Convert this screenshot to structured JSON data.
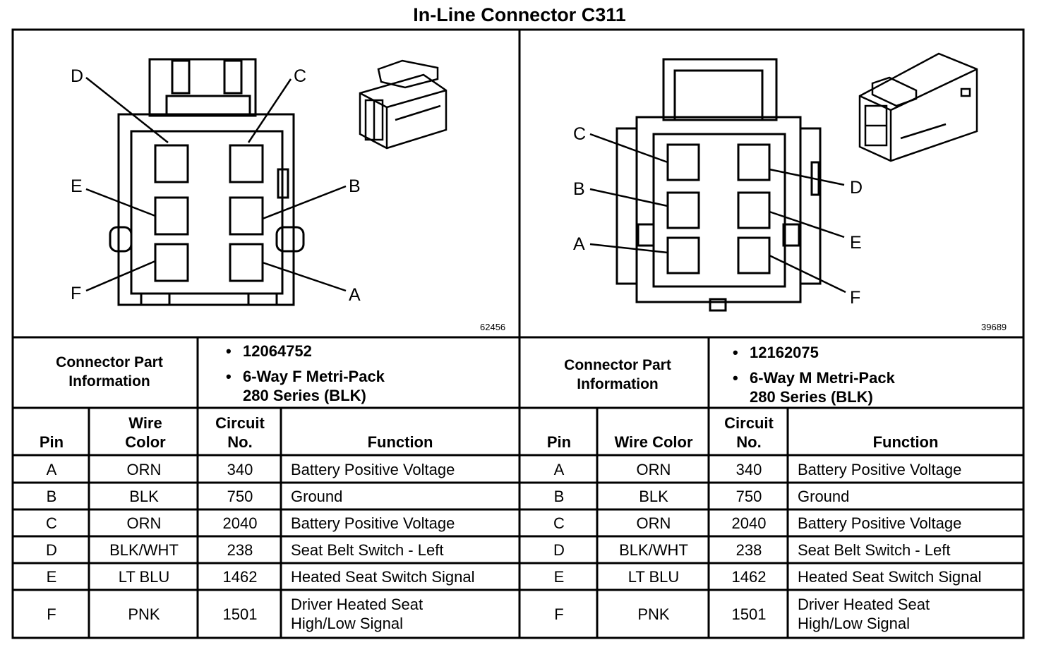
{
  "title": "In-Line Connector C311",
  "left": {
    "figure_number": "62456",
    "pin_labels": [
      "D",
      "C",
      "E",
      "B",
      "F",
      "A"
    ],
    "part_info_label": "Connector Part Information",
    "part_number": "12064752",
    "part_desc_line1": "6-Way F Metri-Pack",
    "part_desc_line2": "280 Series (BLK)",
    "headers": {
      "pin": "Pin",
      "wire_color": "Wire Color",
      "circuit": "Circuit No.",
      "function": "Function"
    },
    "rows": [
      {
        "pin": "A",
        "color": "ORN",
        "circuit": "340",
        "function": "Battery Positive Voltage"
      },
      {
        "pin": "B",
        "color": "BLK",
        "circuit": "750",
        "function": "Ground"
      },
      {
        "pin": "C",
        "color": "ORN",
        "circuit": "2040",
        "function": "Battery Positive Voltage"
      },
      {
        "pin": "D",
        "color": "BLK/WHT",
        "circuit": "238",
        "function": "Seat Belt Switch - Left"
      },
      {
        "pin": "E",
        "color": "LT BLU",
        "circuit": "1462",
        "function": "Heated Seat Switch Signal"
      },
      {
        "pin": "F",
        "color": "PNK",
        "circuit": "1501",
        "function": "Driver Heated Seat High/Low Signal"
      }
    ]
  },
  "right": {
    "figure_number": "39689",
    "pin_labels": [
      "C",
      "B",
      "A",
      "D",
      "E",
      "F"
    ],
    "part_info_label": "Connector Part Information",
    "part_number": "12162075",
    "part_desc_line1": "6-Way M Metri-Pack",
    "part_desc_line2": "280 Series (BLK)",
    "headers": {
      "pin": "Pin",
      "wire_color": "Wire Color",
      "circuit": "Circuit No.",
      "function": "Function"
    },
    "rows": [
      {
        "pin": "A",
        "color": "ORN",
        "circuit": "340",
        "function": "Battery Positive Voltage"
      },
      {
        "pin": "B",
        "color": "BLK",
        "circuit": "750",
        "function": "Ground"
      },
      {
        "pin": "C",
        "color": "ORN",
        "circuit": "2040",
        "function": "Battery Positive Voltage"
      },
      {
        "pin": "D",
        "color": "BLK/WHT",
        "circuit": "238",
        "function": "Seat Belt Switch - Left"
      },
      {
        "pin": "E",
        "color": "LT BLU",
        "circuit": "1462",
        "function": "Heated Seat Switch Signal"
      },
      {
        "pin": "F",
        "color": "PNK",
        "circuit": "1501",
        "function": "Driver Heated Seat High/Low Signal"
      }
    ]
  }
}
